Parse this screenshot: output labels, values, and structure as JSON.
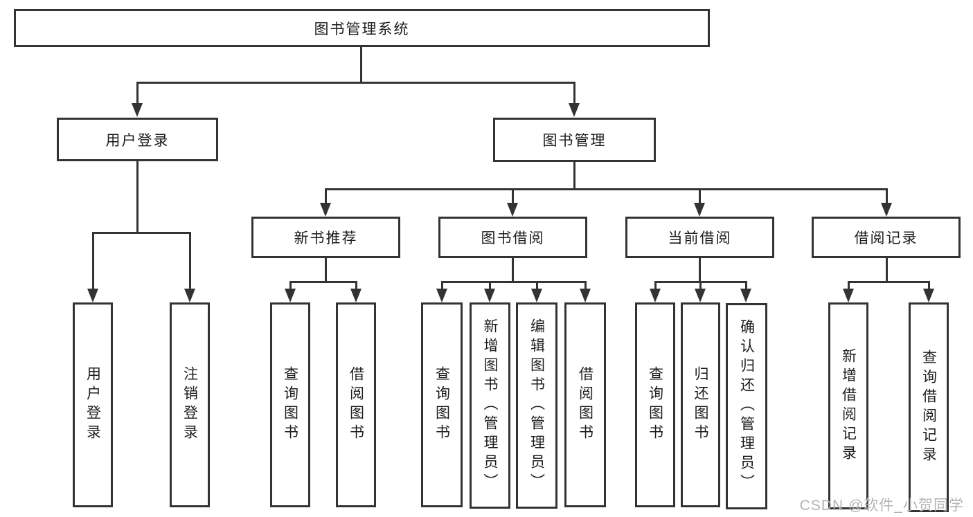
{
  "diagram": {
    "title": "图书管理系统",
    "root": {
      "label": "图书管理系统"
    },
    "level2": [
      {
        "label": "用户登录"
      },
      {
        "label": "图书管理"
      }
    ],
    "level3": [
      {
        "label": "新书推荐"
      },
      {
        "label": "图书借阅"
      },
      {
        "label": "当前借阅"
      },
      {
        "label": "借阅记录"
      }
    ],
    "leaves": {
      "user_login": [
        "用户登录",
        "注销登录"
      ],
      "new_book": [
        "查询图书",
        "借阅图书"
      ],
      "book_borrow": [
        "查询图书",
        "新增图书（管理员）",
        "编辑图书（管理员）",
        "借阅图书"
      ],
      "current_borrow": [
        "查询图书",
        "归还图书",
        "确认归还（管理员）"
      ],
      "borrow_record": [
        "新增借阅记录",
        "查询借阅记录"
      ]
    }
  },
  "watermark": {
    "text": "CSDN @软件_小贺同学"
  },
  "colors": {
    "line": "#333333",
    "text": "#1d1d1d",
    "watermark": "#b3b3b3",
    "background": "#ffffff"
  }
}
